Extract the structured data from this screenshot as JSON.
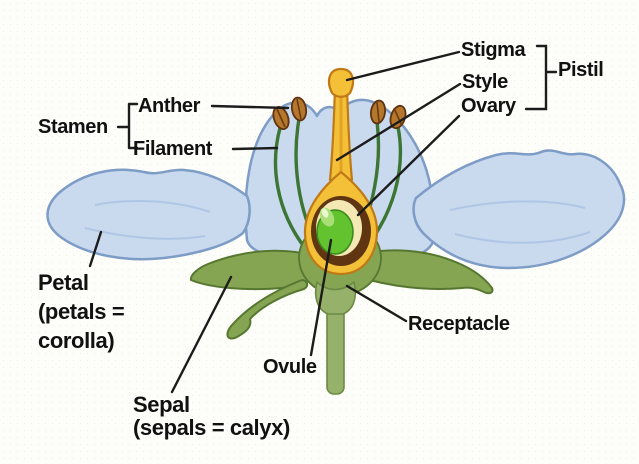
{
  "diagram": {
    "pistil": {
      "group_label": "Pistil",
      "stigma": "Stigma",
      "style": "Style",
      "ovary": "Ovary"
    },
    "stamen": {
      "group_label": "Stamen",
      "anther": "Anther",
      "filament": "Filament"
    },
    "petal": {
      "line1": "Petal",
      "line2": "(petals =",
      "line3": "corolla)"
    },
    "sepal": {
      "line1": "Sepal",
      "line2": "(sepals = calyx)"
    },
    "ovule_label": "Ovule",
    "receptacle_label": "Receptacle",
    "colors": {
      "background": "#fdfdf9",
      "text": "#111111",
      "pointer_line": "#1c1c1c",
      "petal_blue": "#c9d9ee",
      "petal_edge": "#7d9cc6",
      "sepal_green": "#85a553",
      "sepal_edge": "#56772f",
      "stem_green": "#96b169",
      "pistil_gold": "#f3c037",
      "pistil_gold_edge": "#bf7a16",
      "ovary_ring_brown": "#5f3512",
      "ovary_inner_cream": "#f4e9b4",
      "ovule_green": "#62c32f",
      "anther_brown": "#b5772c",
      "anther_edge": "#5f3210",
      "filament_green": "#3c7534"
    }
  }
}
